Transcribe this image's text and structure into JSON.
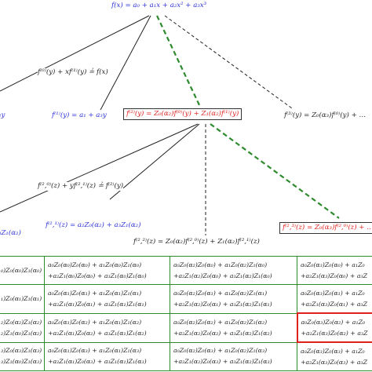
{
  "root": "f(x) = a₀ + a₁x + a₂x² + a₃x³",
  "level1": {
    "question": "f⁽⁰⁾(y) + xf⁽¹⁾(y) ≟ f(x)",
    "left_clip": "₂y",
    "f1": "f⁽¹⁾(y) = a₁ + a₃y",
    "f2": "f⁽²⁾(y) = Z₀(α₂)f⁽⁰⁾(y) + Z₁(α₂)f⁽¹⁾(y)",
    "f3": "f⁽³⁾(y) = Z₀(α₃)f⁽⁰⁾(y) + …"
  },
  "level2": {
    "question": "f⁽²,⁰⁾(z) + yf⁽²,¹⁾(z) ≟ f⁽²⁾(y)",
    "left_clip": "₃Z₁(α₂)",
    "f21": "f⁽²,¹⁾(z) = a₂Z₀(α₂) + a₃Z₁(α₂)",
    "f22": "f⁽²,²⁾(z) = Z₀(α₂)f⁽²,⁰⁾(z) + Z₁(α₂)f⁽²,¹⁾(z)",
    "f23": "f⁽²,³⁾(z) = Z₀(α₃)f⁽²,⁰⁾(z) + …"
  },
  "grid": {
    "rows": [
      [
        [
          "₀)Z₀(α₀)Z₁(α₀)",
          ""
        ],
        [
          "a₀Z₀(α₀)Z₀(α₀) + a₁Z₀(α₀)Z₁(α₀)",
          "+a₂Z₁(α₀)Z₀(α₀) + a₃Z₁(α₀)Z₁(α₀)"
        ],
        [
          "a₀Z₀(α₂)Z₀(α₀) + a₁Z₀(α₂)Z₁(α₀)",
          "+a₂Z₁(α₂)Z₀(α₀) + a₃Z₁(α₂)Z₁(α₀)"
        ],
        [
          "a₀Z₀(α₃)Z₀(α₀) + a₁Z₀",
          "+a₂Z₁(α₃)Z₀(α₀) + a₃Z"
        ]
      ],
      [
        [
          "₁)Z₀(α₁)Z₁(α₁)",
          ""
        ],
        [
          "a₀Z₀(α₁)Z₀(α₁) + a₁Z₀(α₁)Z₁(α₁)",
          "+a₂Z₁(α₁)Z₀(α₁) + a₃Z₁(α₁)Z₁(α₁)"
        ],
        [
          "a₀Z₀(α₂)Z₀(α₁) + a₁Z₀(α₂)Z₁(α₁)",
          "+a₂Z₁(α₂)Z₀(α₁) + a₃Z₁(α₂)Z₁(α₁)"
        ],
        [
          "a₀Z₀(α₃)Z₀(α₁) + a₁Z₀",
          "+a₂Z₁(α₃)Z₀(α₁) + a₃Z"
        ]
      ],
      [
        [
          "₂)Z₀(α₂)Z₁(α₂)",
          "₂)Z₁(α₀)Z₁(α₂)"
        ],
        [
          "a₀Z₀(α₁)Z₀(α₂) + a₁Z₀(α₁)Z₁(α₂)",
          "+a₂Z₁(α₁)Z₀(α₂) + a₃Z₁(α₁)Z₁(α₂)"
        ],
        [
          "a₀Z₀(α₂)Z₀(α₂) + a₁Z₀(α₂)Z₁(α₂)",
          "+a₂Z₁(α₂)Z₀(α₂) + a₃Z₁(α₂)Z₁(α₂)"
        ],
        [
          "a₀Z₀(α₃)Z₀(α₂) + a₁Z₀",
          "+a₂Z₁(α₃)Z₀(α₂) + a₃Z"
        ]
      ],
      [
        [
          "₃)Z₀(α₃)Z₁(α₃)",
          "₃)Z₁(α₀)Z₁(α₃)"
        ],
        [
          "a₀Z₀(α₁)Z₀(α₃) + a₁Z₀(α₁)Z₁(α₃)",
          "+a₂Z₁(α₁)Z₀(α₃) + a₃Z₁(α₁)Z₁(α₃)"
        ],
        [
          "a₀Z₀(α₂)Z₀(α₃) + a₁Z₀(α₂)Z₁(α₃)",
          "+a₂Z₁(α₂)Z₀(α₃) + a₃Z₁(α₂)Z₁(α₃)"
        ],
        [
          "a₀Z₀(α₃)Z₀(α₃) + a₁Z₀",
          "+a₂Z₁(α₃)Z₀(α₃) + a₃Z"
        ]
      ]
    ],
    "highlight": {
      "row": 2,
      "col": 3
    }
  },
  "colors": {
    "blue_text": "#2a2fd6",
    "red_text": "#e0201c",
    "green_edge": "#2d8a2d",
    "grid_border": "#2d8a2d",
    "highlight_border": "#e0201c"
  }
}
